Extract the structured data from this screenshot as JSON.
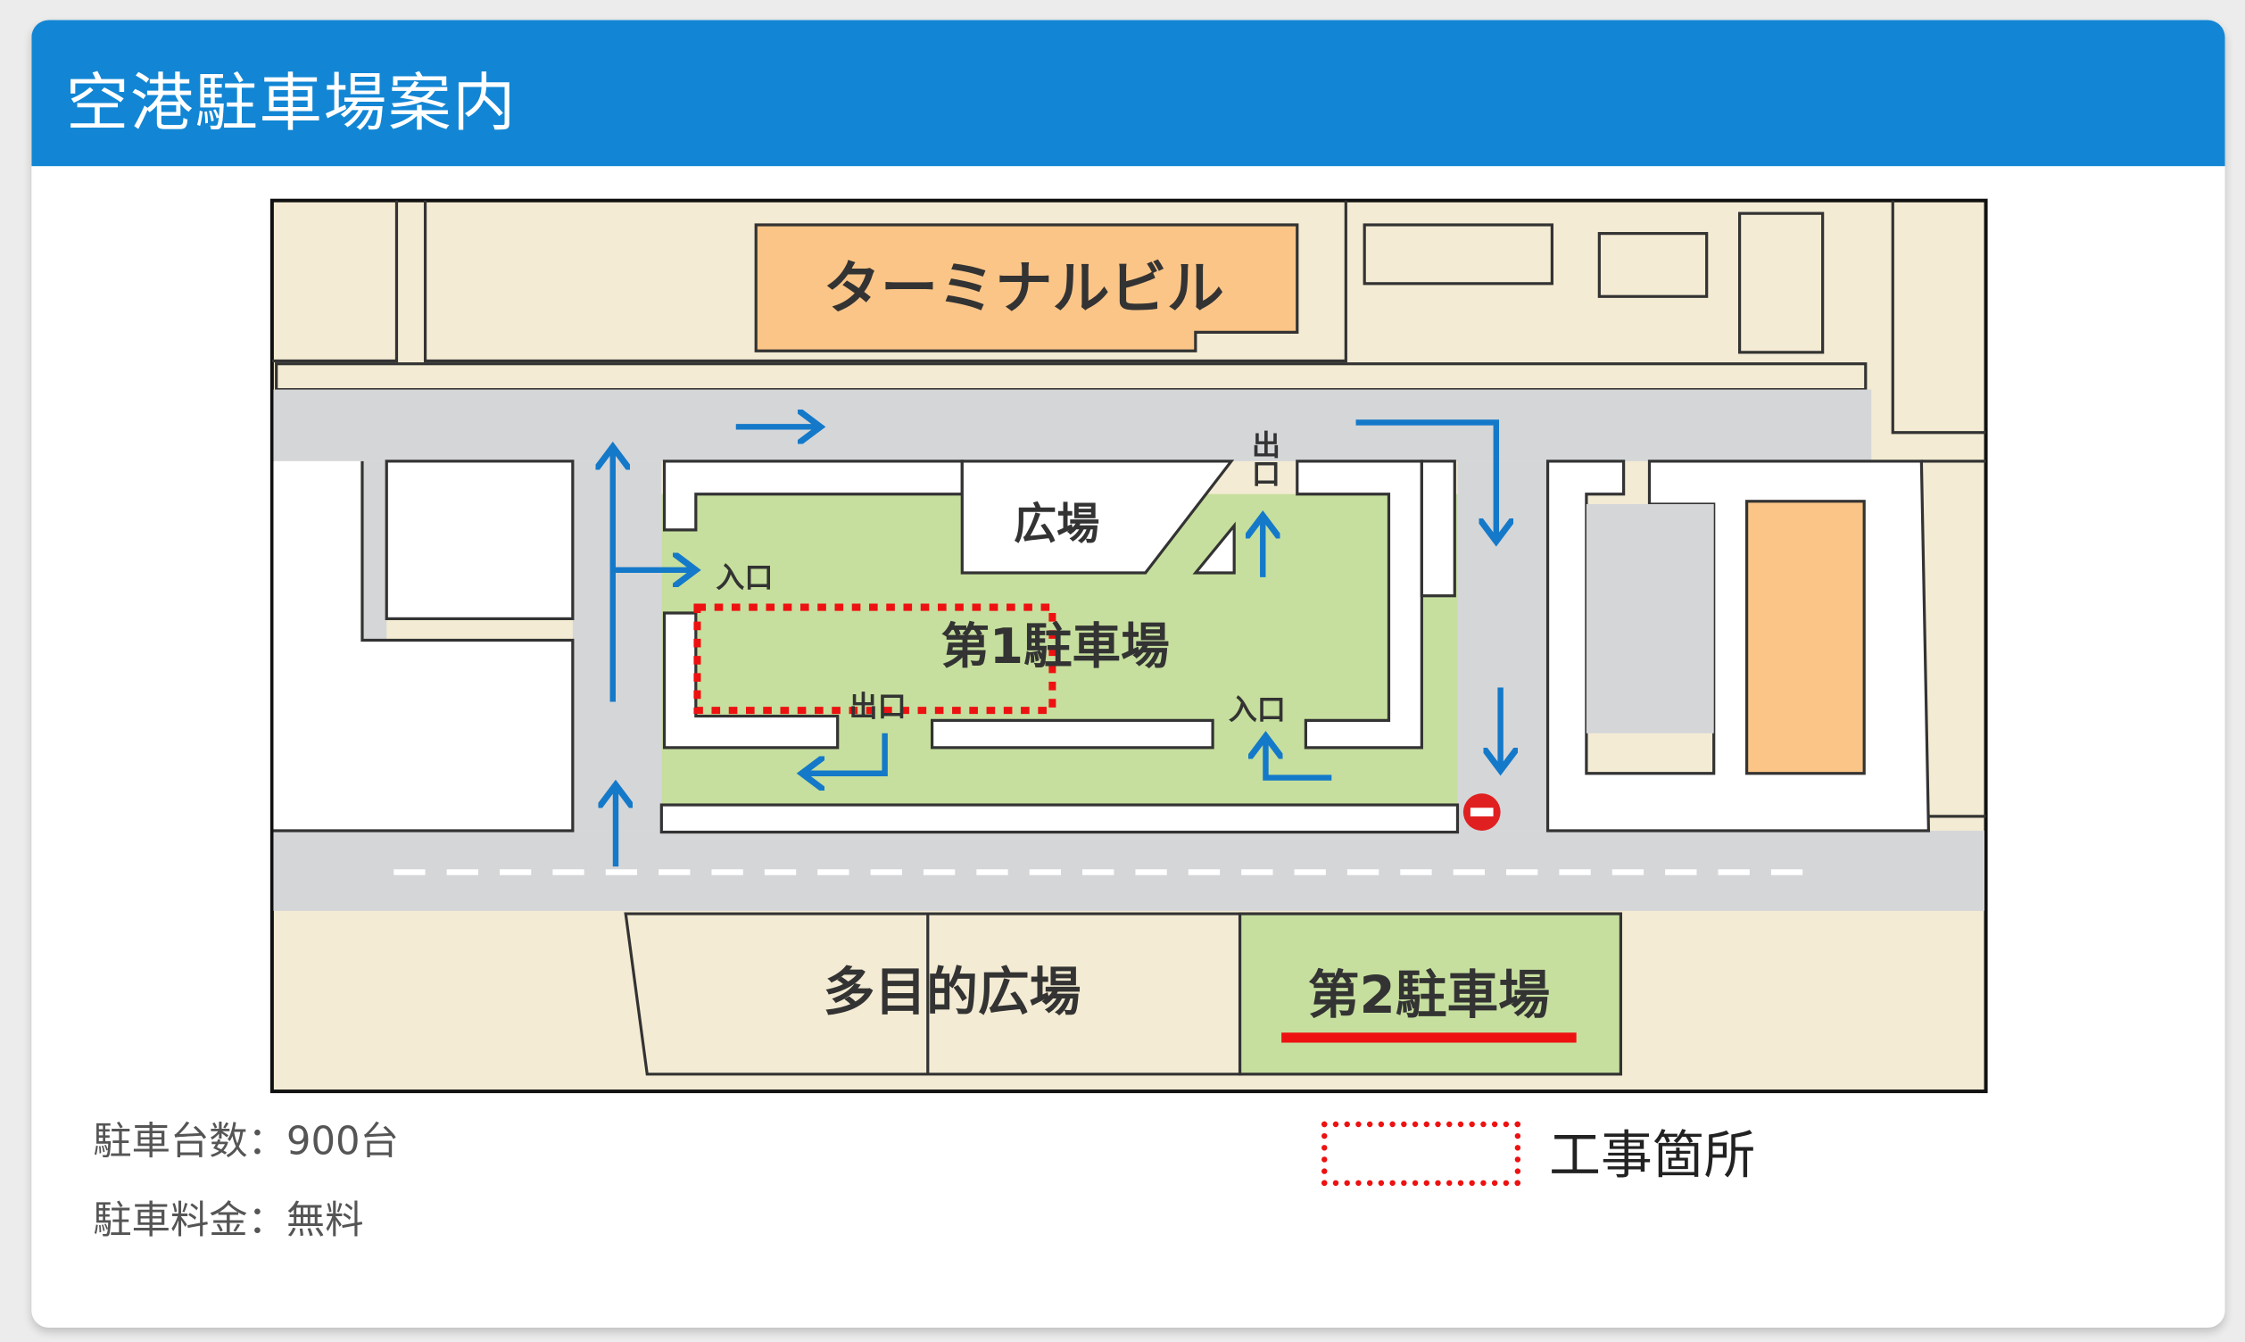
{
  "header": {
    "title": "空港駐車場案内"
  },
  "map": {
    "labels": {
      "terminal": "ターミナルビル",
      "plaza": "広場",
      "parking1": "第1駐車場",
      "entrance_left": "入口",
      "exit_bottom": "出口",
      "entrance_right": "入口",
      "exit_top": "出口",
      "multipurpose_plaza": "多目的広場",
      "parking2": "第2駐車場"
    },
    "colors": {
      "ground": "#f3ebd3",
      "road": "#d5d6d8",
      "parking": "#c6df9e",
      "building": "#fbc587",
      "arrow": "#1479c9",
      "construction": "#ee1111"
    }
  },
  "info": {
    "capacity": "駐車台数：900台",
    "fee": "駐車料金：無料"
  },
  "legend": {
    "construction_label": "工事箇所"
  }
}
